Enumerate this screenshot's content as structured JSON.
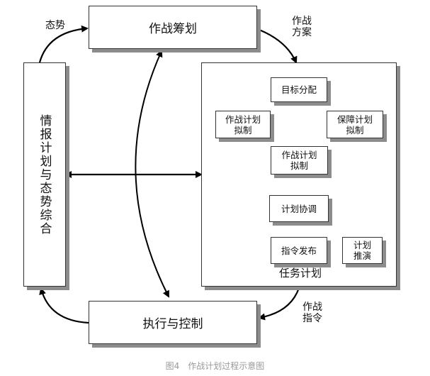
{
  "diagram": {
    "nodes": {
      "zuozhan_chouhua": "作战筹划",
      "qingbao": "情报计划与态势综合",
      "renwu_jihua_title": "任务计划",
      "zhixing": "执行与控制",
      "mubiao": "目标分配",
      "zuozhan_niz_left_1": "作战计划",
      "zuozhan_niz_left_2": "拟制",
      "baozhang_1": "保障计划",
      "baozhang_2": "拟制",
      "zuozhan_niz_mid_1": "作战计划",
      "zuozhan_niz_mid_2": "拟制",
      "xietiao": "计划协调",
      "zhiling_fabu": "指令发布",
      "tuiyan_1": "计划",
      "tuiyan_2": "推演"
    },
    "labels": {
      "taishi": "态势",
      "fangan_1": "作战",
      "fangan_2": "方案",
      "zhiling_1": "作战",
      "zhiling_2": "指令"
    },
    "caption": "图4　作战计划过程示意图"
  }
}
